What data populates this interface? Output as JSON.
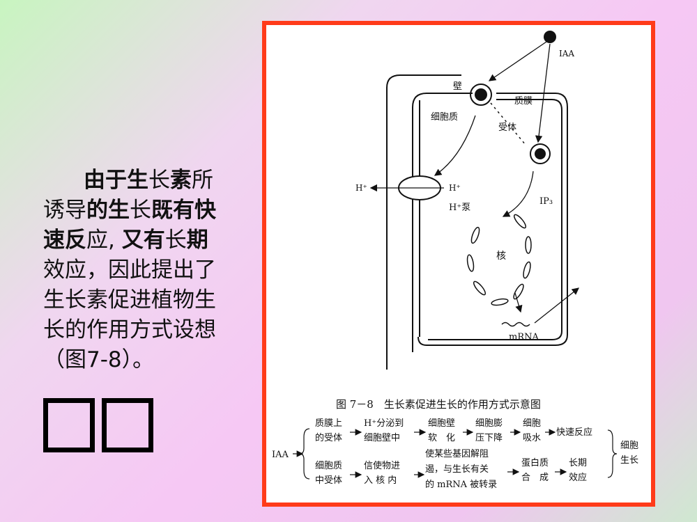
{
  "left_text": {
    "l1a": "由于",
    "l1b": "生",
    "l1c": "长",
    "l1d": "素",
    "l1e": "所",
    "l2a": "诱导",
    "l2b": "的生",
    "l2c": "长",
    "l2d": "既有快",
    "l3a": "速反",
    "l3b": "应,",
    "l3c": "又有",
    "l3d": "长",
    "l3e": "期",
    "l4": "效应，因此提出了",
    "l5": "生长素促进植物生",
    "l6": "长的作用方式设想",
    "l7": "（图7-8）。"
  },
  "diagram": {
    "iaa": "IAA",
    "wall": "壁",
    "membrane": "质膜",
    "cytoplasm": "细胞质",
    "receptor": "受体",
    "h_plus_out": "H⁺",
    "h_plus_in": "H⁺",
    "h_pump": "H⁺泵",
    "ip3": "IP₃",
    "nucleus": "核",
    "mrna": "mRNA",
    "caption": "图 7－8　生长素促进生长的作用方式示意图"
  },
  "flow": {
    "iaa": "IAA",
    "top": [
      "质膜上",
      "的受体",
      "H⁺分泌到",
      "细胞壁中",
      "细胞壁",
      "软　化",
      "细胞膨",
      "压下降",
      "细胞",
      "吸水",
      "快速反应"
    ],
    "bottom": [
      "细胞质",
      "中受体",
      "信使物进",
      "入 核 内",
      "使某些基因解阻",
      "遏，与生长有关",
      "的 mRNA 被转录",
      "蛋白质",
      "合　成",
      "长期",
      "效应"
    ],
    "result": [
      "细胞",
      "生长"
    ]
  }
}
